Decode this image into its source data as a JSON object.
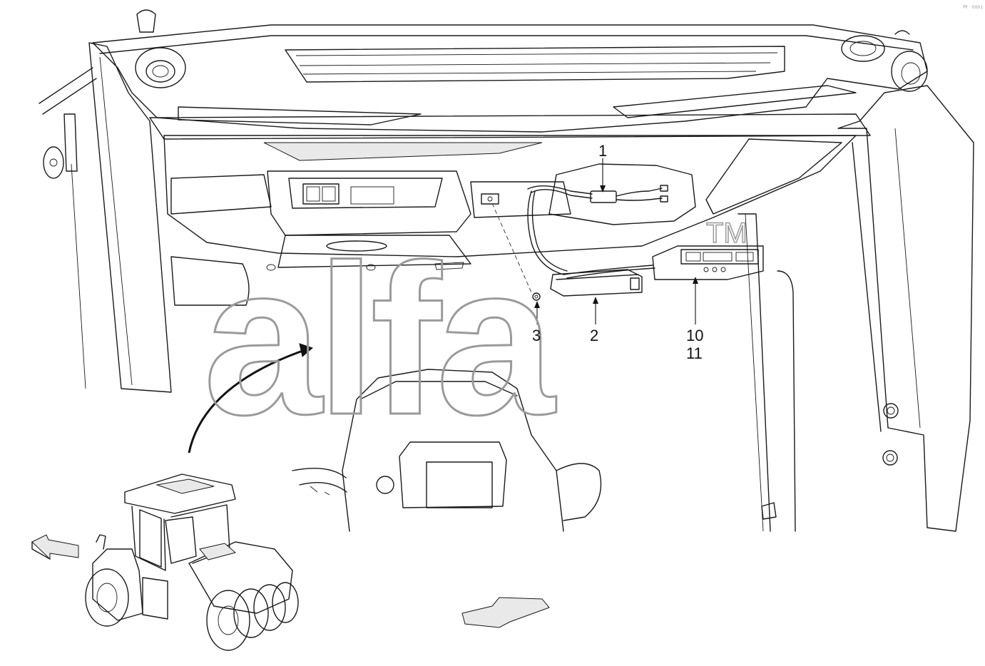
{
  "callouts": {
    "c1": "1",
    "c2": "2",
    "c3": "3",
    "c10": "10",
    "c11": "11"
  },
  "watermark": {
    "text": "alfa",
    "trademark": "TM"
  },
  "corner_mark": "PF · 0001"
}
